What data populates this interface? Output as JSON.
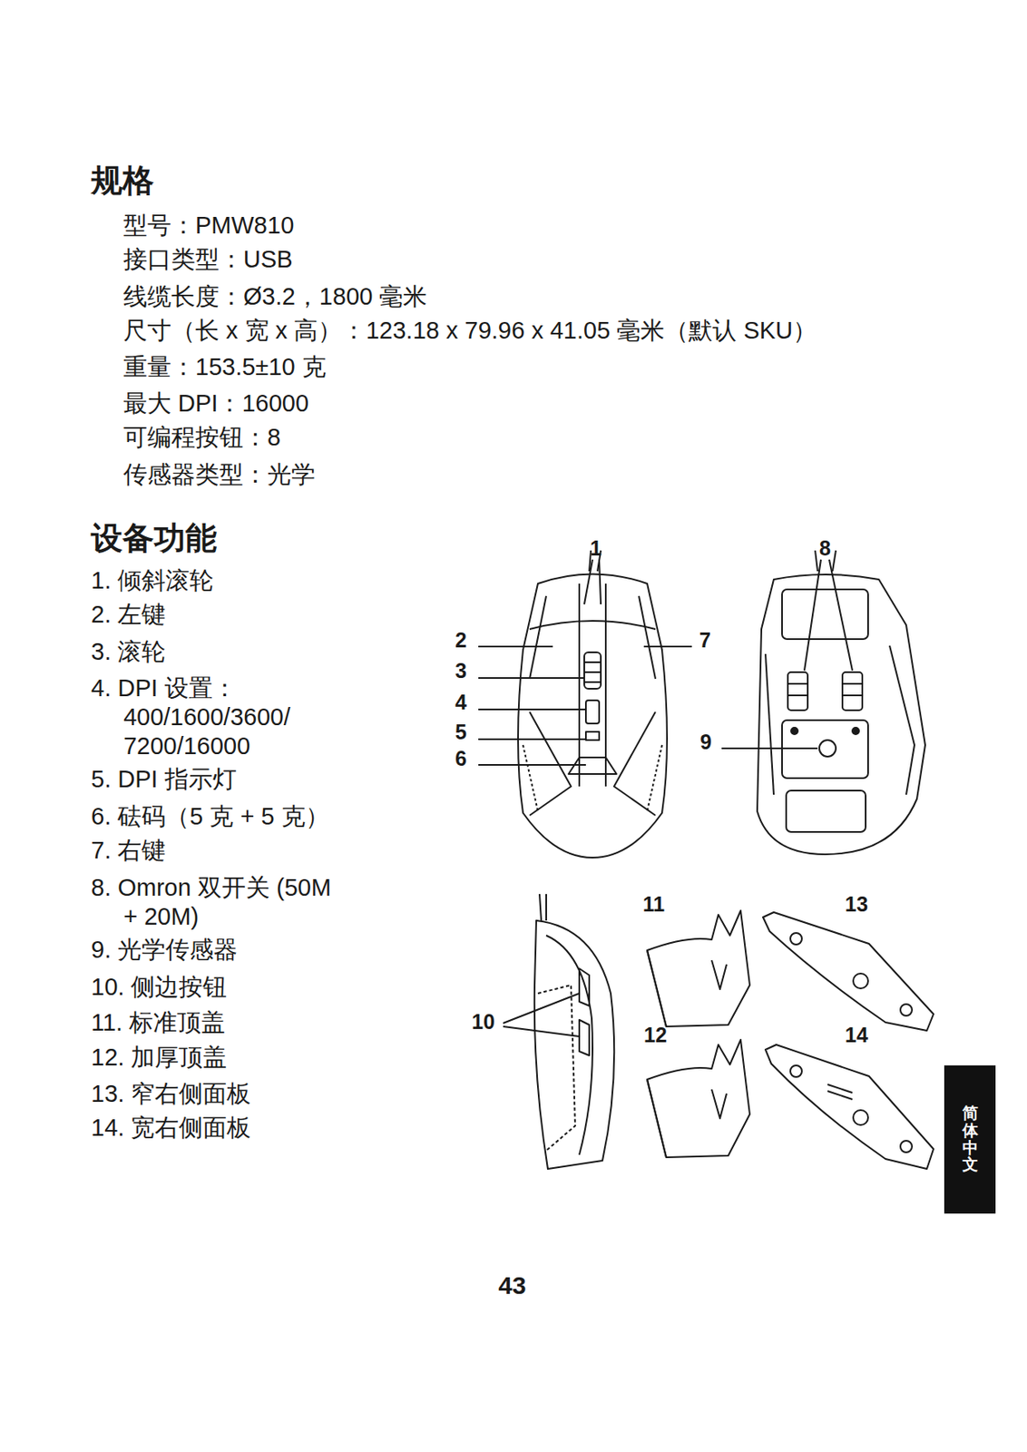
{
  "diagram": {
    "title": "规格",
    "nodes": [
      {
        "text": [
          "简体中文"
        ]
      }
    ],
    "labels": [
      "型号：PMW810",
      "接口类型：USB",
      "线缆长度：Ø3.2，1800 毫米",
      "尺寸（长 x 宽 x 高）：123.18 x 79.96 x 41.05 毫米（默认 SKU）",
      "重量：153.5±10 克",
      "最大 DPI：16000",
      "可编程按钮：8",
      "传感器类型：光学",
      "设备功能",
      "1. 倾斜滚轮",
      "2. 左键",
      "3. 滚轮",
      "4. DPI 设置： 400/1600/3600/ 7200/16000",
      "5. DPI 指示灯",
      "6. 砝码（5 克 + 5 克）",
      "7. 右键",
      "8. Omron 双开关 (50M + 20M)",
      "9. 光学传感器",
      "10. 侧边按钮",
      "11. 标准顶盖",
      "12. 加厚顶盖",
      "13. 窄右侧面板",
      "14. 宽右侧面板",
      "1",
      "8",
      "2",
      "7",
      "3",
      "4",
      "5",
      "6",
      "9",
      "11",
      "13",
      "10",
      "12",
      "14",
      "43"
    ]
  }
}
